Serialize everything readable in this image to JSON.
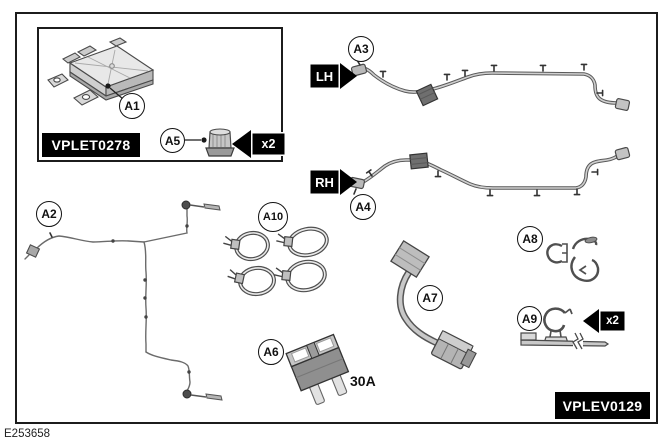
{
  "figure": {
    "ref_code": "E253658",
    "inset_part_label": "VPLET0278",
    "main_part_label": "VPLEV0129",
    "fuse_rating": "30A"
  },
  "callouts": [
    {
      "id": "A1"
    },
    {
      "id": "A2"
    },
    {
      "id": "A3"
    },
    {
      "id": "A4"
    },
    {
      "id": "A5"
    },
    {
      "id": "A6"
    },
    {
      "id": "A7"
    },
    {
      "id": "A8"
    },
    {
      "id": "A9"
    },
    {
      "id": "A10"
    }
  ],
  "direction_arrows": [
    {
      "label": "LH"
    },
    {
      "label": "RH"
    }
  ],
  "quantity_arrows": [
    {
      "label": "x2"
    },
    {
      "label": "x2"
    }
  ],
  "colors": {
    "label_bg": "#000000",
    "label_text": "#ffffff",
    "line_art": "#5a5a5a"
  }
}
